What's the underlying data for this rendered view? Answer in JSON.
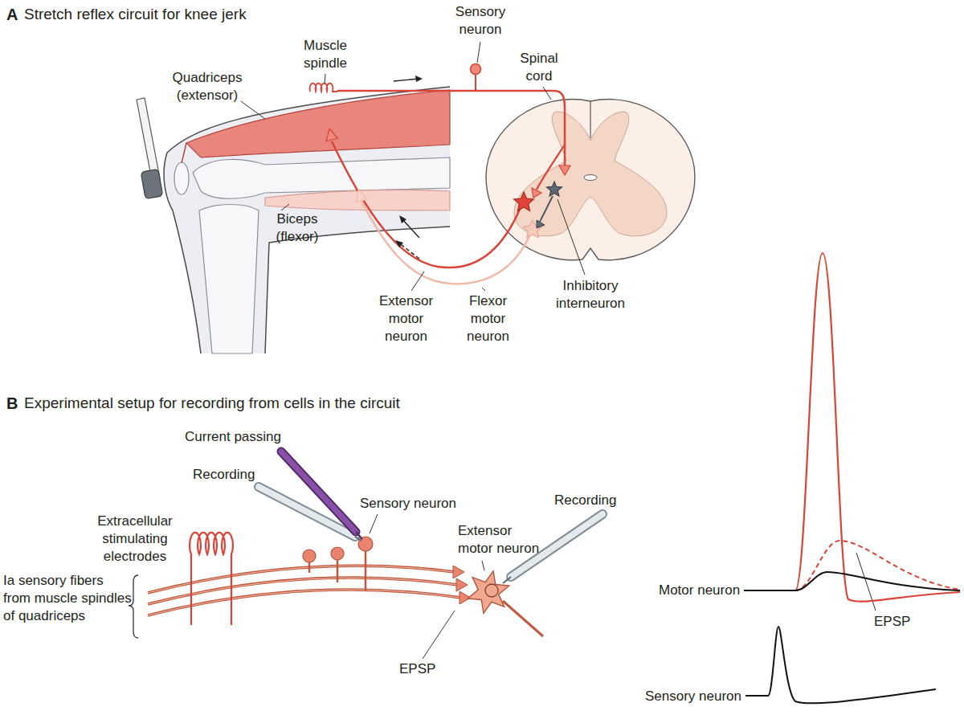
{
  "diagram": {
    "labels": [
      "A",
      "Stretch reflex circuit for knee jerk",
      "Sensory neuron",
      "Quadriceps (extensor)",
      "Muscle spindle",
      "Spinal cord",
      "Biceps (flexor)",
      "Extensor motor neuron",
      "Flexor motor neuron",
      "Inhibitory interneuron",
      "B",
      "Experimental setup for recording from cells in the circuit",
      "Current passing",
      "Recording",
      "Sensory neuron",
      "Recording",
      "Extracellular stimulating electrodes",
      "Extensor motor neuron",
      "Ia sensory fibers from muscle spindles of quadriceps",
      "EPSP",
      "EPSP",
      "Motor neuron",
      "Sensory neuron"
    ]
  }
}
